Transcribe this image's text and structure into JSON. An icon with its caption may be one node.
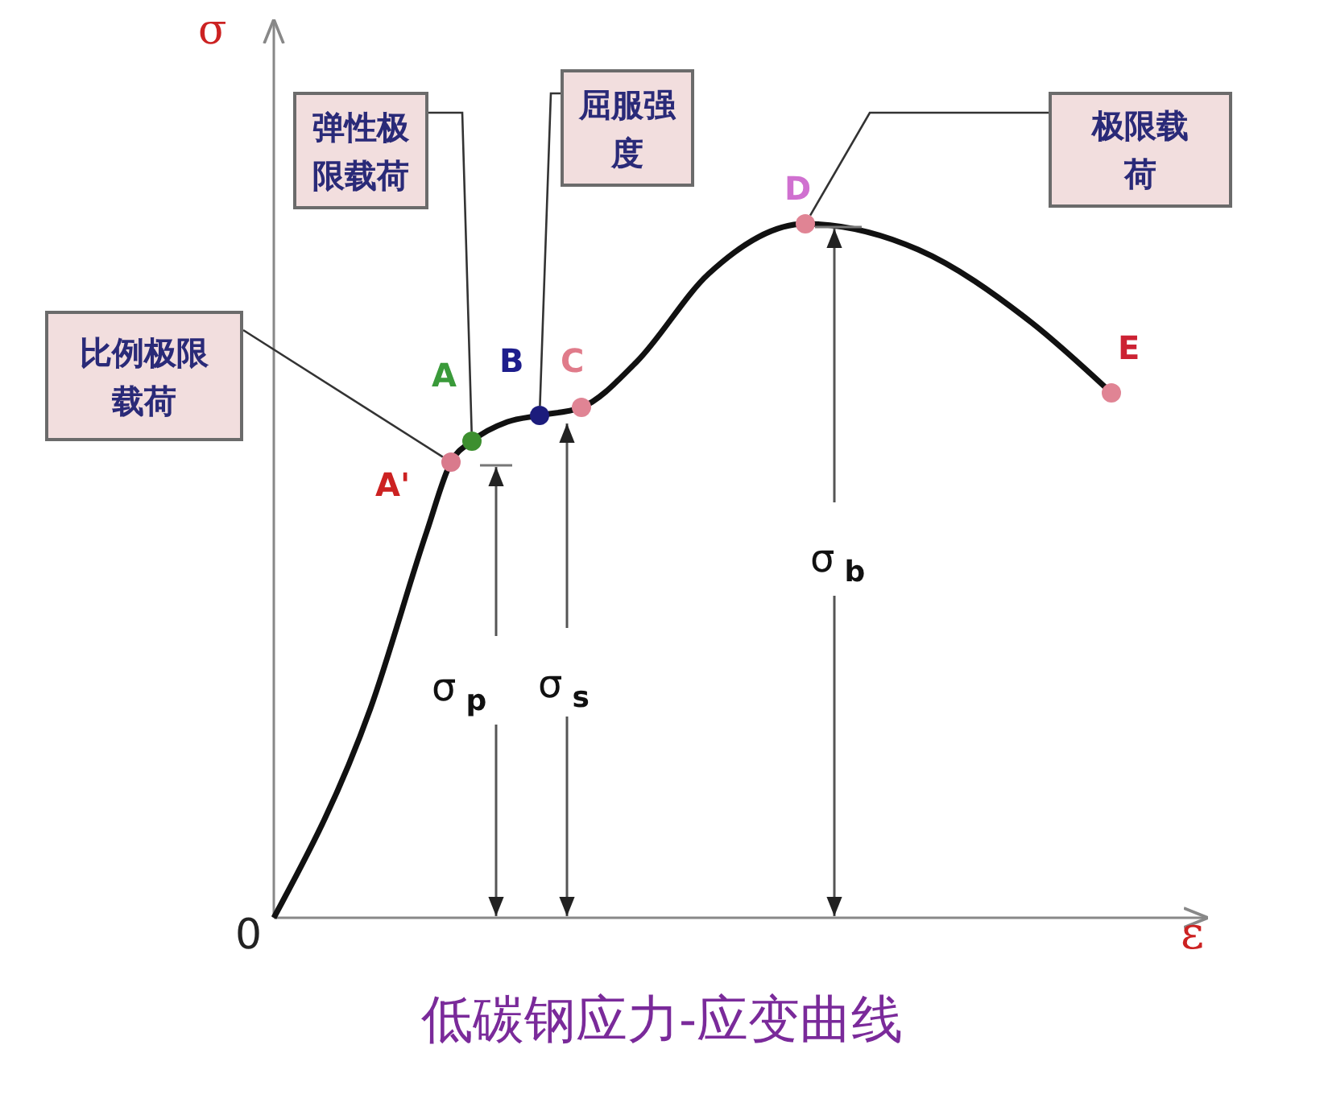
{
  "diagram": {
    "caption": "低碳钢应力-应变曲线",
    "nodes": [
      {
        "text": [
          "弹性极限载荷"
        ]
      },
      {
        "text": [
          "屈服强度"
        ]
      },
      {
        "text": [
          "极限载荷"
        ]
      },
      {
        "text": [
          "比例极限载荷"
        ]
      },
      {
        "text": [],
        "shape": "circle",
        "beside": [
          "A'"
        ]
      },
      {
        "text": [],
        "shape": "circle",
        "beside": [
          "A"
        ]
      },
      {
        "text": [],
        "shape": "circle",
        "beside": [
          "B"
        ]
      },
      {
        "text": [],
        "shape": "circle",
        "beside": [
          "C"
        ]
      },
      {
        "text": [],
        "shape": "circle",
        "beside": [
          "D"
        ]
      },
      {
        "text": [],
        "shape": "circle",
        "beside": [
          "E"
        ]
      }
    ],
    "edges": [
      {
        "from": 0,
        "to": 5,
        "arrow": "none"
      },
      {
        "from": 1,
        "to": 6,
        "arrow": "none"
      },
      {
        "from": 2,
        "to": 8,
        "arrow": "none"
      },
      {
        "from": 3,
        "to": 4,
        "arrow": "none"
      }
    ],
    "labels": [
      "σ",
      "σ$_{p}$",
      "σ$_{s}$",
      "σ$_{b}$",
      "0",
      "ε"
    ]
  }
}
